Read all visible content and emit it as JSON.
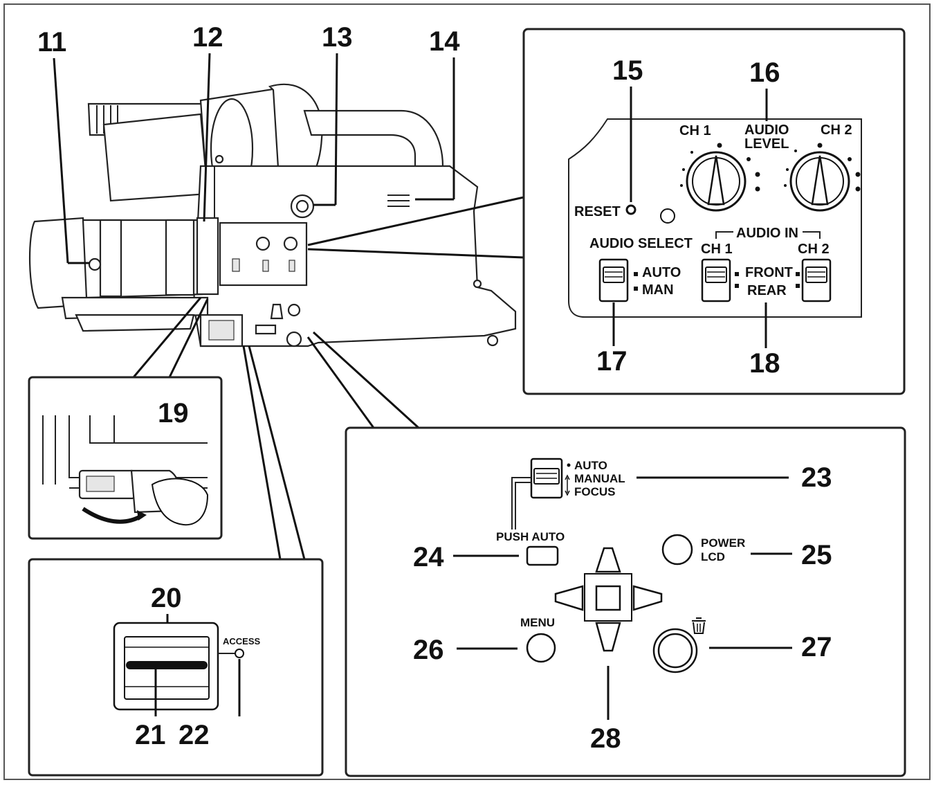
{
  "callouts": {
    "n11": "11",
    "n12": "12",
    "n13": "13",
    "n14": "14",
    "n15": "15",
    "n16": "16",
    "n17": "17",
    "n18": "18",
    "n19": "19",
    "n20": "20",
    "n21": "21",
    "n22": "22",
    "n23": "23",
    "n24": "24",
    "n25": "25",
    "n26": "26",
    "n27": "27",
    "n28": "28"
  },
  "audio_panel": {
    "reset": "RESET",
    "ch1": "CH 1",
    "ch2": "CH 2",
    "audio_level_line1": "AUDIO",
    "audio_level_line2": "LEVEL",
    "audio_select": "AUDIO SELECT",
    "auto": "AUTO",
    "man": "MAN",
    "audio_in": "AUDIO IN",
    "in_ch1": "CH 1",
    "in_ch2": "CH 2",
    "front": "FRONT",
    "rear": "REAR"
  },
  "card_panel": {
    "access": "ACCESS"
  },
  "control_panel": {
    "auto": "AUTO",
    "manual": "MANUAL",
    "focus": "FOCUS",
    "push_auto": "PUSH AUTO",
    "power": "POWER",
    "lcd": "LCD",
    "menu": "MENU",
    "delete_icon": "trash-icon"
  }
}
